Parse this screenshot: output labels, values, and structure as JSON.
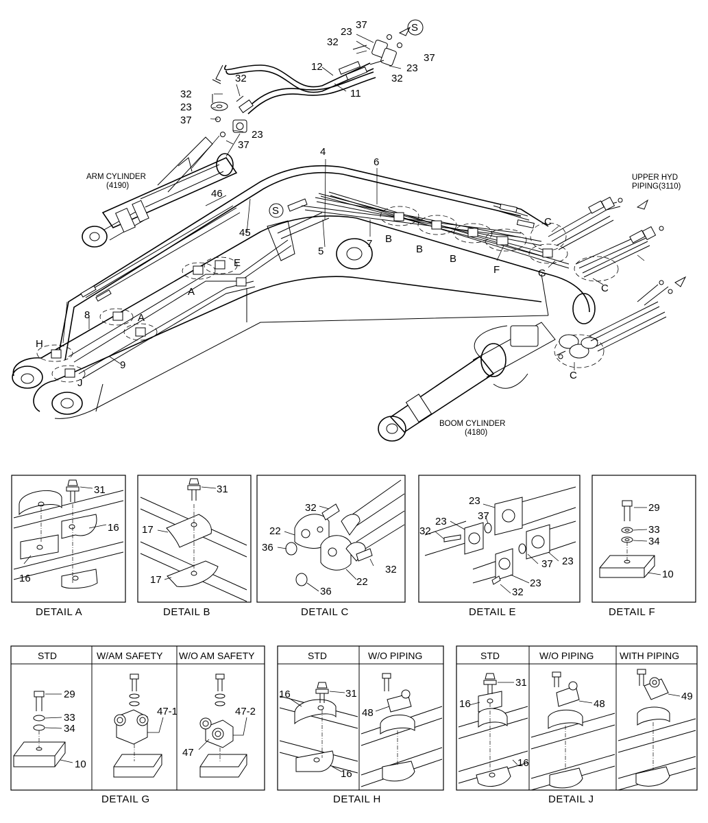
{
  "main_view": {
    "component_labels": {
      "arm_cylinder": "ARM CYLINDER",
      "arm_cylinder_no": "(4190)",
      "upper_hyd": "UPPER HYD",
      "piping_ref": "PIPING(3110)",
      "boom_cylinder": "BOOM CYLINDER",
      "boom_cylinder_no": "(4180)"
    },
    "callouts": {
      "s": "S",
      "n37": "37",
      "n23": "23",
      "n32": "32",
      "n12": "12",
      "n11": "11",
      "n4": "4",
      "n6": "6",
      "n5": "5",
      "n7": "7",
      "n46": "46",
      "n45": "45",
      "n8": "8",
      "n9": "9",
      "A": "A",
      "B": "B",
      "C": "C",
      "E": "E",
      "F": "F",
      "G": "G",
      "H": "H",
      "J": "J"
    }
  },
  "details": {
    "a": {
      "caption": "DETAIL  A",
      "labels": {
        "p31": "31",
        "p16a": "16",
        "p16b": "16"
      }
    },
    "b": {
      "caption": "DETAIL  B",
      "labels": {
        "p31": "31",
        "p17a": "17",
        "p17b": "17"
      }
    },
    "c": {
      "caption": "DETAIL  C",
      "labels": {
        "p32a": "32",
        "p22a": "22",
        "p36a": "36",
        "p32b": "32",
        "p22b": "22",
        "p36b": "36"
      }
    },
    "e": {
      "caption": "DETAIL  E",
      "labels": {
        "p23a": "23",
        "p23b": "23",
        "p37a": "37",
        "p32a": "32",
        "p37b": "37",
        "p23c": "23",
        "p23d": "23",
        "p32b": "32"
      }
    },
    "f": {
      "caption": "DETAIL  F",
      "labels": {
        "p29": "29",
        "p33": "33",
        "p34": "34",
        "p10": "10"
      }
    },
    "g": {
      "caption": "DETAIL  G",
      "headers": [
        "STD",
        "W/AM SAFETY",
        "W/O AM SAFETY"
      ],
      "labels": {
        "p29": "29",
        "p33": "33",
        "p34": "34",
        "p10": "10",
        "p47_1": "47-1",
        "p47_2": "47-2",
        "p47": "47"
      }
    },
    "h": {
      "caption": "DETAIL  H",
      "headers": [
        "STD",
        "W/O PIPING"
      ],
      "labels": {
        "p16a": "16",
        "p31": "31",
        "p16b": "16",
        "p48": "48"
      }
    },
    "j": {
      "caption": "DETAIL  J",
      "headers": [
        "STD",
        "W/O PIPING",
        "WITH PIPING"
      ],
      "labels": {
        "p31": "31",
        "p16a": "16",
        "p16b": "16",
        "p48": "48",
        "p49": "49"
      }
    }
  }
}
